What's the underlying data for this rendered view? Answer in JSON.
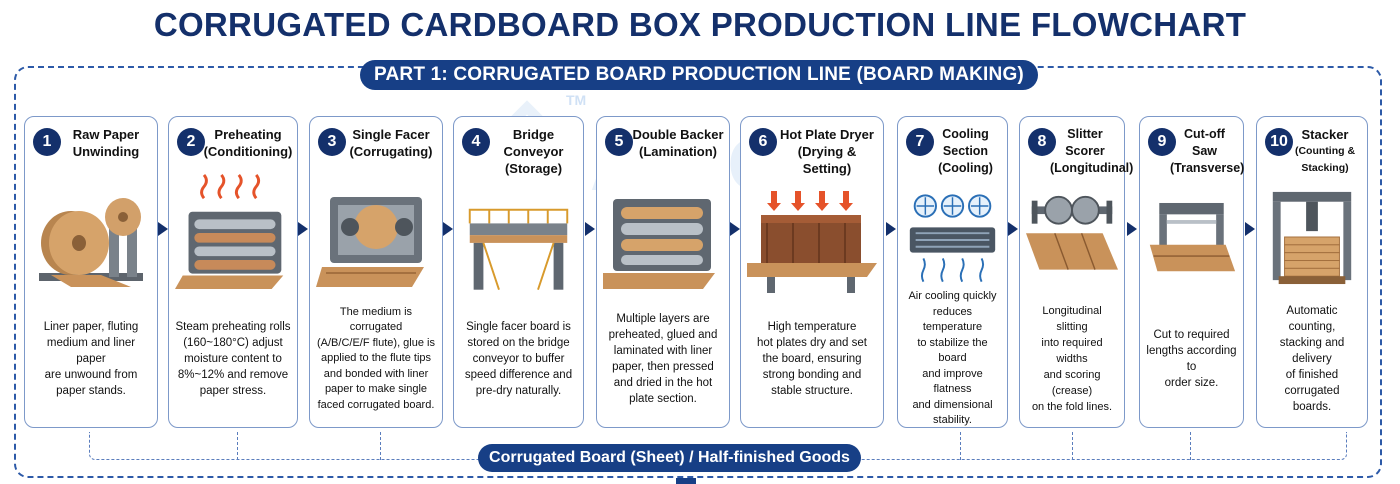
{
  "title": "CORRUGATED CARDBOARD BOX PRODUCTION LINE FLOWCHART",
  "part_banner": "PART 1: CORRUGATED BOARD PRODUCTION LINE (BOARD MAKING)",
  "watermark": {
    "text": "AGICO",
    "tm": "TM"
  },
  "steps": [
    {
      "num": "1",
      "title1": "Raw Paper",
      "title2": "Unwinding",
      "desc": [
        "Liner paper, fluting",
        "medium and liner paper",
        "are unwound from",
        "paper stands."
      ]
    },
    {
      "num": "2",
      "title1": "Preheating",
      "title2": "(Conditioning)",
      "desc": [
        "Steam preheating rolls",
        "(160~180°C) adjust",
        "moisture content to",
        "8%~12% and remove",
        "paper stress."
      ]
    },
    {
      "num": "3",
      "title1": "Single Facer",
      "title2": "(Corrugating)",
      "desc": [
        "The medium is corrugated",
        "(A/B/C/E/F flute), glue is",
        "applied to the flute tips",
        "and bonded with liner",
        "paper to make single",
        "faced corrugated board."
      ]
    },
    {
      "num": "4",
      "title1": "Bridge Conveyor",
      "title2": "(Storage)",
      "desc": [
        "Single facer board is",
        "stored on the bridge",
        "conveyor to buffer",
        "speed difference and",
        "pre-dry naturally."
      ]
    },
    {
      "num": "5",
      "title1": "Double Backer",
      "title2": "(Lamination)",
      "desc": [
        "Multiple layers are",
        "preheated, glued and",
        "laminated with liner",
        "paper, then pressed",
        "and dried in the hot",
        "plate section."
      ]
    },
    {
      "num": "6",
      "title1": "Hot Plate Dryer",
      "title2": "(Drying & Setting)",
      "desc": [
        "High temperature",
        "hot plates dry and set",
        "the board, ensuring",
        "strong bonding and",
        "stable structure."
      ]
    },
    {
      "num": "7",
      "title1": "Cooling Section",
      "title2": "(Cooling)",
      "desc": [
        "Air cooling quickly",
        "reduces temperature",
        "to stabilize the board",
        "and improve flatness",
        "and dimensional",
        "stability."
      ]
    },
    {
      "num": "8",
      "title1": "Slitter Scorer",
      "title2": "(Longitudinal)",
      "desc": [
        "Longitudinal slitting",
        "into required widths",
        "and scoring (crease)",
        "on the fold lines."
      ]
    },
    {
      "num": "9",
      "title1": "Cut-off Saw",
      "title2": "(Transverse)",
      "desc": [
        "Cut to required",
        "lengths according to",
        "order size."
      ]
    },
    {
      "num": "10",
      "title1": "Stacker",
      "title2": "(Counting & Stacking)",
      "desc": [
        "Automatic counting,",
        "stacking and delivery",
        "of finished corrugated",
        "boards."
      ]
    }
  ],
  "bottom_banner": "Corrugated Board (Sheet) / Half-finished Goods",
  "colors": {
    "navy": "#14306b",
    "banner": "#173f86",
    "border": "#7d99c9",
    "cardboard": "#c9925a",
    "machine": "#6f7780"
  }
}
